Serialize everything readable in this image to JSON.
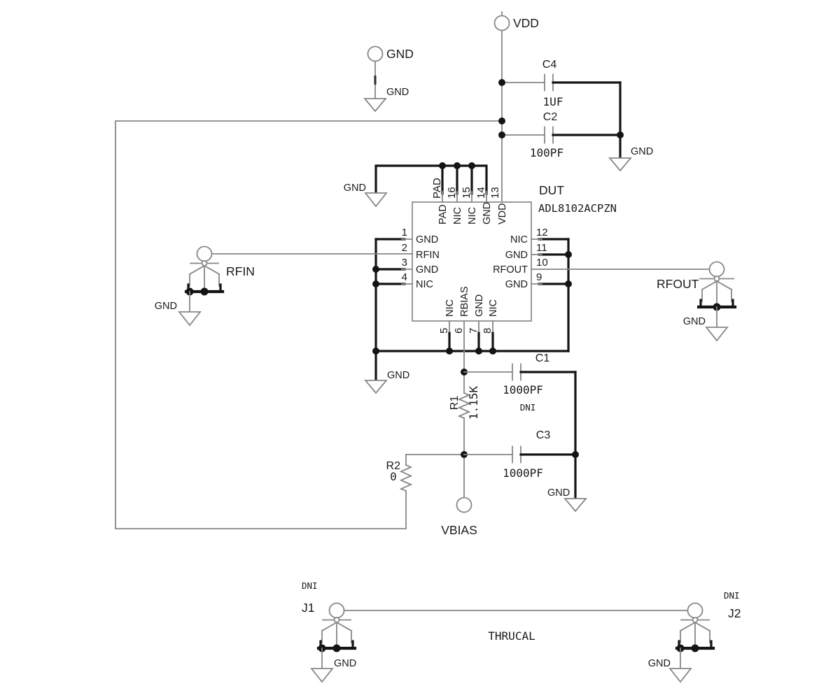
{
  "nets": {
    "vdd": "VDD",
    "gnd": "GND",
    "rfin": "RFIN",
    "rfout": "RFOUT",
    "vbias": "VBIAS"
  },
  "dut": {
    "designator": "DUT",
    "part_number": "ADL8102ACPZN",
    "pins": {
      "top": [
        {
          "num": "PAD",
          "name": "PAD"
        },
        {
          "num": "16",
          "name": "NIC"
        },
        {
          "num": "15",
          "name": "NIC"
        },
        {
          "num": "14",
          "name": "GND"
        },
        {
          "num": "13",
          "name": "VDD"
        }
      ],
      "left": [
        {
          "num": "1",
          "name": "GND"
        },
        {
          "num": "2",
          "name": "RFIN"
        },
        {
          "num": "3",
          "name": "GND"
        },
        {
          "num": "4",
          "name": "NIC"
        }
      ],
      "right": [
        {
          "num": "12",
          "name": "NIC"
        },
        {
          "num": "11",
          "name": "GND"
        },
        {
          "num": "10",
          "name": "RFOUT"
        },
        {
          "num": "9",
          "name": "GND"
        }
      ],
      "bottom": [
        {
          "num": "5",
          "name": "NIC"
        },
        {
          "num": "6",
          "name": "RBIAS"
        },
        {
          "num": "7",
          "name": "GND"
        },
        {
          "num": "8",
          "name": "NIC"
        }
      ]
    }
  },
  "components": {
    "c1": {
      "ref": "C1",
      "value": "1000PF",
      "note": "DNI"
    },
    "c2": {
      "ref": "C2",
      "value": "100PF"
    },
    "c3": {
      "ref": "C3",
      "value": "1000PF"
    },
    "c4": {
      "ref": "C4",
      "value": "1UF"
    },
    "r1": {
      "ref": "R1",
      "value": "1.15K"
    },
    "r2": {
      "ref": "R2",
      "value": "0"
    }
  },
  "connectors": {
    "j1": {
      "ref": "J1",
      "note": "DNI"
    },
    "j2": {
      "ref": "J2",
      "note": "DNI"
    }
  },
  "annotations": {
    "thrucal": "THRUCAL"
  },
  "colors": {
    "wire_gray": "#878787",
    "wire_black": "#141414",
    "text": "#1a1a1a",
    "background": "#ffffff"
  }
}
